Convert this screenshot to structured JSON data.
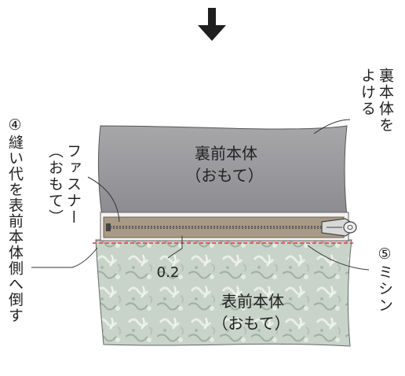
{
  "step_arrow": {
    "icon": "down-arrow-icon"
  },
  "labels": {
    "back_front_body": {
      "line1": "裏前本体",
      "line2": "（おもて）"
    },
    "front_body": {
      "line1": "表前本体",
      "line2": "（おもて）"
    },
    "measurement": "0.2",
    "zipper": {
      "line1": "ファスナー",
      "line2": "（おもて）"
    },
    "avoid_back": {
      "line1": "裏本体を",
      "line2": "よける"
    },
    "step4": {
      "number": "④",
      "text": "縫い代を表前本体側へ倒す"
    },
    "step5": {
      "number": "⑤",
      "text": "ミシン"
    }
  },
  "colors": {
    "back_fabric": "#8f8f92",
    "front_fabric": "#c4cfc5",
    "zipper_tape": "#a89a86",
    "stitch_line": "#e23a3a"
  }
}
